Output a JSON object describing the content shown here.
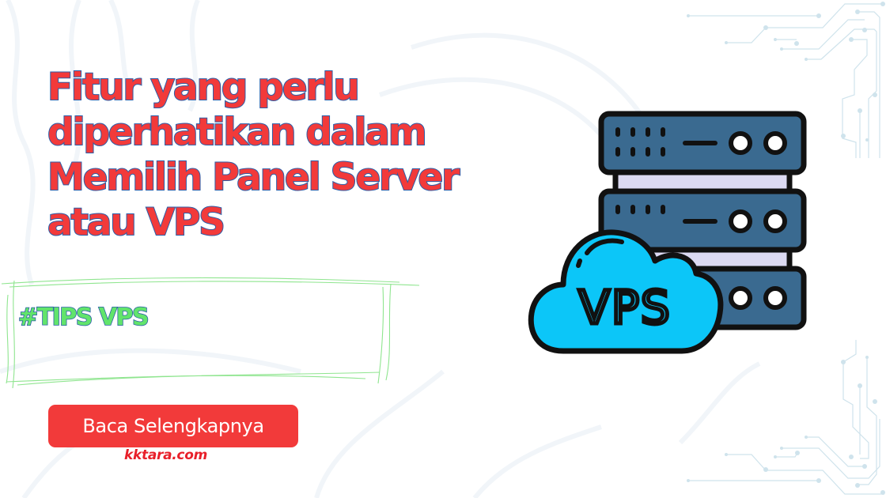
{
  "headline": {
    "lines": [
      "Fitur yang perlu",
      "diperhatikan dalam",
      "Memilih Panel Server",
      "atau VPS"
    ]
  },
  "tag": {
    "label": "#TIPS VPS"
  },
  "cta": {
    "label": "Baca Selengkapnya"
  },
  "site": {
    "domain": "kktara.com"
  },
  "illustration": {
    "cloud_label": "VPS",
    "server_units": 3
  },
  "colors": {
    "headline_fill": "#f23a3a",
    "headline_outline": "#2b5ea8",
    "tag_fill": "#62e46b",
    "sketch_box": "#7fe07f",
    "cta_bg": "#f23a3a",
    "cta_text": "#ffffff",
    "site_text": "#e8202a",
    "server_panel": "#3a6a90",
    "server_gap": "#dcdaf2",
    "cloud": "#0cc6f8",
    "circuit": "#cfe3ec"
  }
}
